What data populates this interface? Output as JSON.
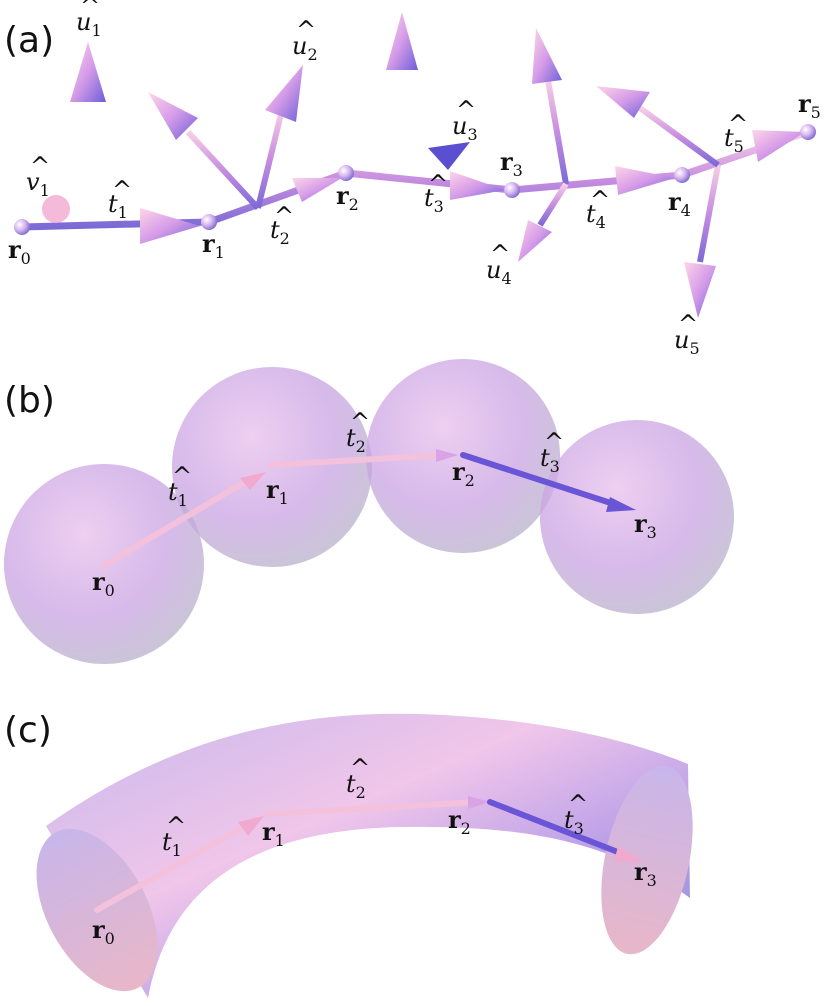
{
  "panels": {
    "a": {
      "label": "(a)",
      "points": [
        "r0",
        "r1",
        "r2",
        "r3",
        "r4",
        "r5"
      ],
      "t": [
        "t1",
        "t2",
        "t3",
        "t4",
        "t5"
      ],
      "u": [
        "u1",
        "u2",
        "u3",
        "u4",
        "u5"
      ],
      "v": [
        "v1"
      ]
    },
    "b": {
      "label": "(b)",
      "points": [
        "r0",
        "r1",
        "r2",
        "r3"
      ],
      "t": [
        "t1",
        "t2",
        "t3"
      ]
    },
    "c": {
      "label": "(c)",
      "points": [
        "r0",
        "r1",
        "r2",
        "r3"
      ],
      "t": [
        "t1",
        "t2",
        "t3"
      ]
    }
  },
  "symbols": {
    "r": "r",
    "t": "t",
    "u": "u",
    "v": "v",
    "hat": "^",
    "sub": [
      "0",
      "1",
      "2",
      "3",
      "4",
      "5"
    ]
  }
}
